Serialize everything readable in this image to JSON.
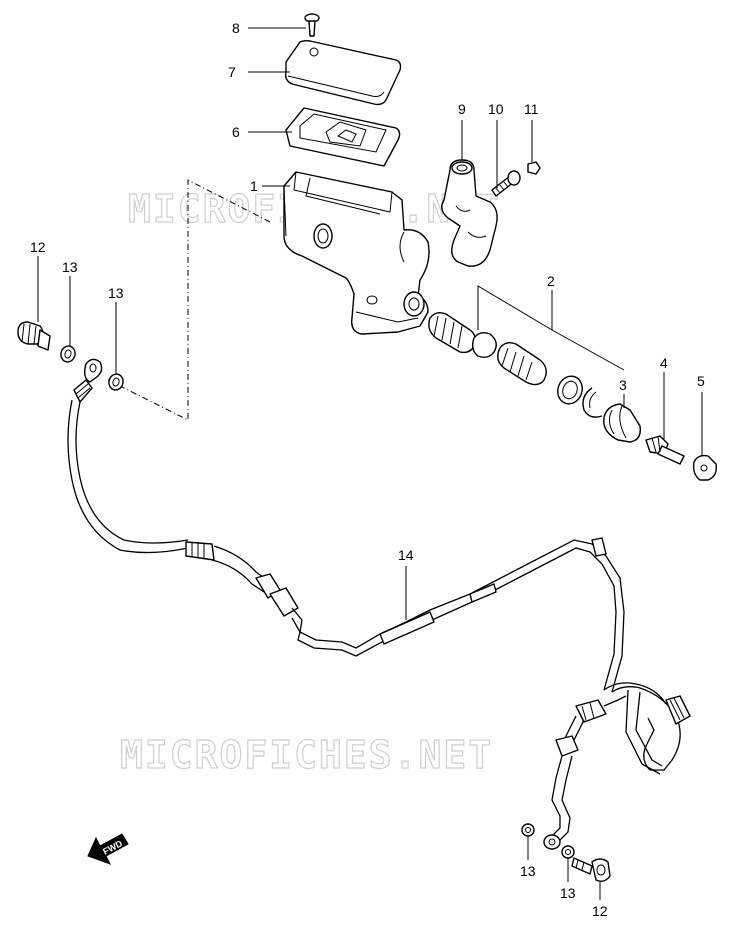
{
  "watermarks": [
    "MICROFICHES.NET",
    "MICROFICHES.NET"
  ],
  "fwd_label": "FWD",
  "callouts": {
    "c8": "8",
    "c7": "7",
    "c6": "6",
    "c1": "1",
    "c9": "9",
    "c10": "10",
    "c11": "11",
    "c12a": "12",
    "c13a": "13",
    "c13b": "13",
    "c2": "2",
    "c3": "3",
    "c4": "4",
    "c5": "5",
    "c14": "14",
    "c13c": "13",
    "c13d": "13",
    "c12b": "12"
  },
  "colors": {
    "line": "#000000",
    "watermark": "#cfcfcf",
    "background": "#ffffff"
  }
}
